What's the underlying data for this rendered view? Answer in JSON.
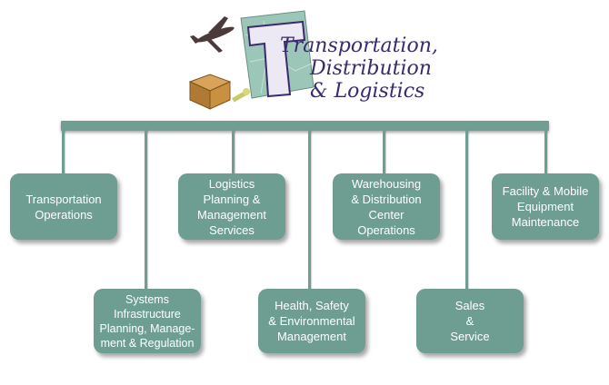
{
  "logo": {
    "line1": "Transportation,",
    "line2": "Distribution",
    "line3": "& Logistics"
  },
  "colors": {
    "box": "#6e9e92",
    "bar": "#6f9e92",
    "text": "#ffffff",
    "logo_text": "#3b2a6e"
  },
  "nodes": [
    {
      "id": "transportation-operations",
      "label": "Transportation\nOperations"
    },
    {
      "id": "systems-infrastructure",
      "label": "Systems\nInfrastructure\nPlanning, Manage-\nment & Regulation"
    },
    {
      "id": "logistics-planning",
      "label": "Logistics\nPlanning &\nManagement\nServices"
    },
    {
      "id": "health-safety",
      "label": "Health, Safety\n& Environmental\nManagement"
    },
    {
      "id": "warehousing",
      "label": "Warehousing\n& Distribution\nCenter\nOperations"
    },
    {
      "id": "sales-service",
      "label": "Sales\n&\nService"
    },
    {
      "id": "facility-maintenance",
      "label": "Facility & Mobile\nEquipment\nMaintenance"
    }
  ]
}
